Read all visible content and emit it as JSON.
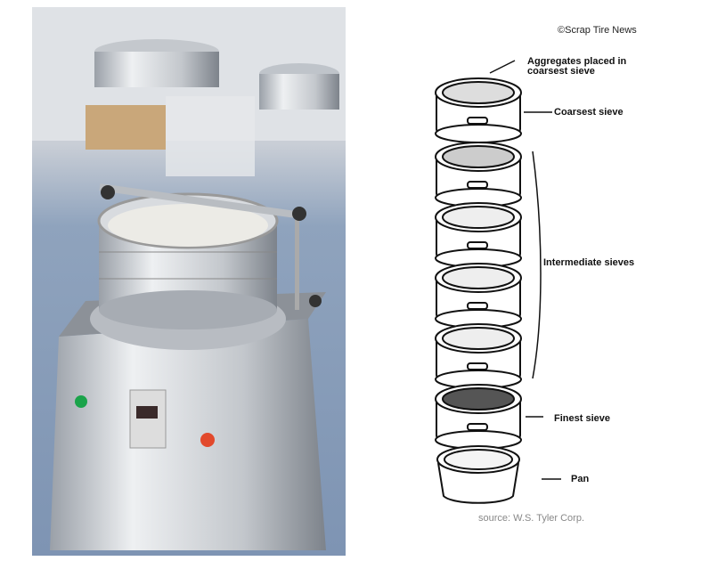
{
  "credit": "©Scrap Tire News",
  "source": "source: W.S. Tyler Corp.",
  "labels": {
    "aggregates": "Aggregates placed in coarsest sieve",
    "coarsest": "Coarsest sieve",
    "intermediate": "Intermediate sieves",
    "finest": "Finest sieve",
    "pan": "Pan"
  },
  "colors": {
    "steel": "#c8ccd2",
    "start": "#1aa34a",
    "stop": "#e2492c"
  }
}
